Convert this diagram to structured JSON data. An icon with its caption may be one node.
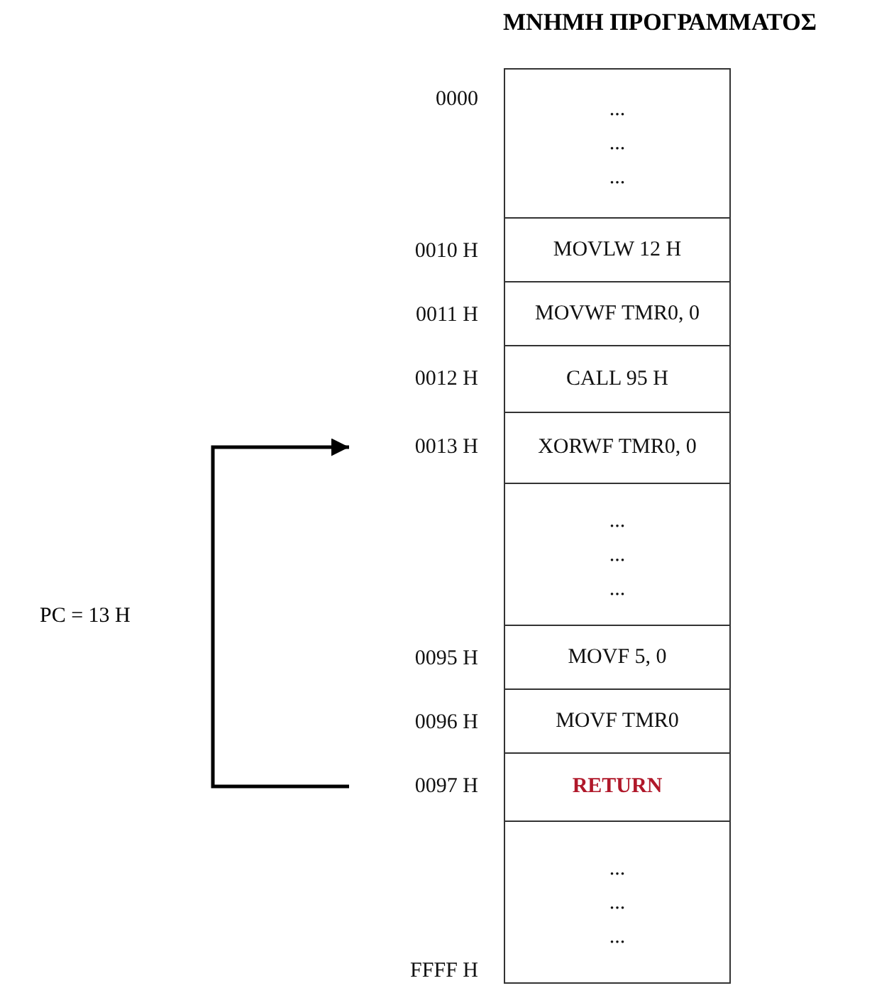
{
  "diagram": {
    "title": "ΜΝΗΜΗ ΠΡΟΓΡΑΜΜΑΤΟΣ",
    "nodes": [
      {
        "text": [
          "... ... ..."
        ]
      },
      {
        "text": [
          "MOVLW 12 H"
        ]
      },
      {
        "text": [
          "MOVWF TMR0, 0"
        ]
      },
      {
        "text": [
          "CALL 95 H"
        ]
      },
      {
        "text": [
          "0013 H"
        ]
      },
      {
        "text": [
          "XORWF TMR0, 0"
        ]
      },
      {
        "text": [
          "... ... ..."
        ]
      },
      {
        "text": [
          "MOVF 5, 0"
        ]
      },
      {
        "text": [
          "MOVF TMR0"
        ]
      },
      {
        "text": [
          "0097 H"
        ]
      },
      {
        "text": [
          "RETURN"
        ]
      },
      {
        "text": [
          "... ... ..."
        ]
      }
    ],
    "edges": [
      {
        "from": 9,
        "to": 4,
        "arrow": "to",
        "label": "PC = 13 H"
      }
    ],
    "labels": [
      "0000",
      "0010 H",
      "0011 H",
      "0012 H",
      "0095 H",
      "0096 H",
      "FFFF H"
    ]
  }
}
